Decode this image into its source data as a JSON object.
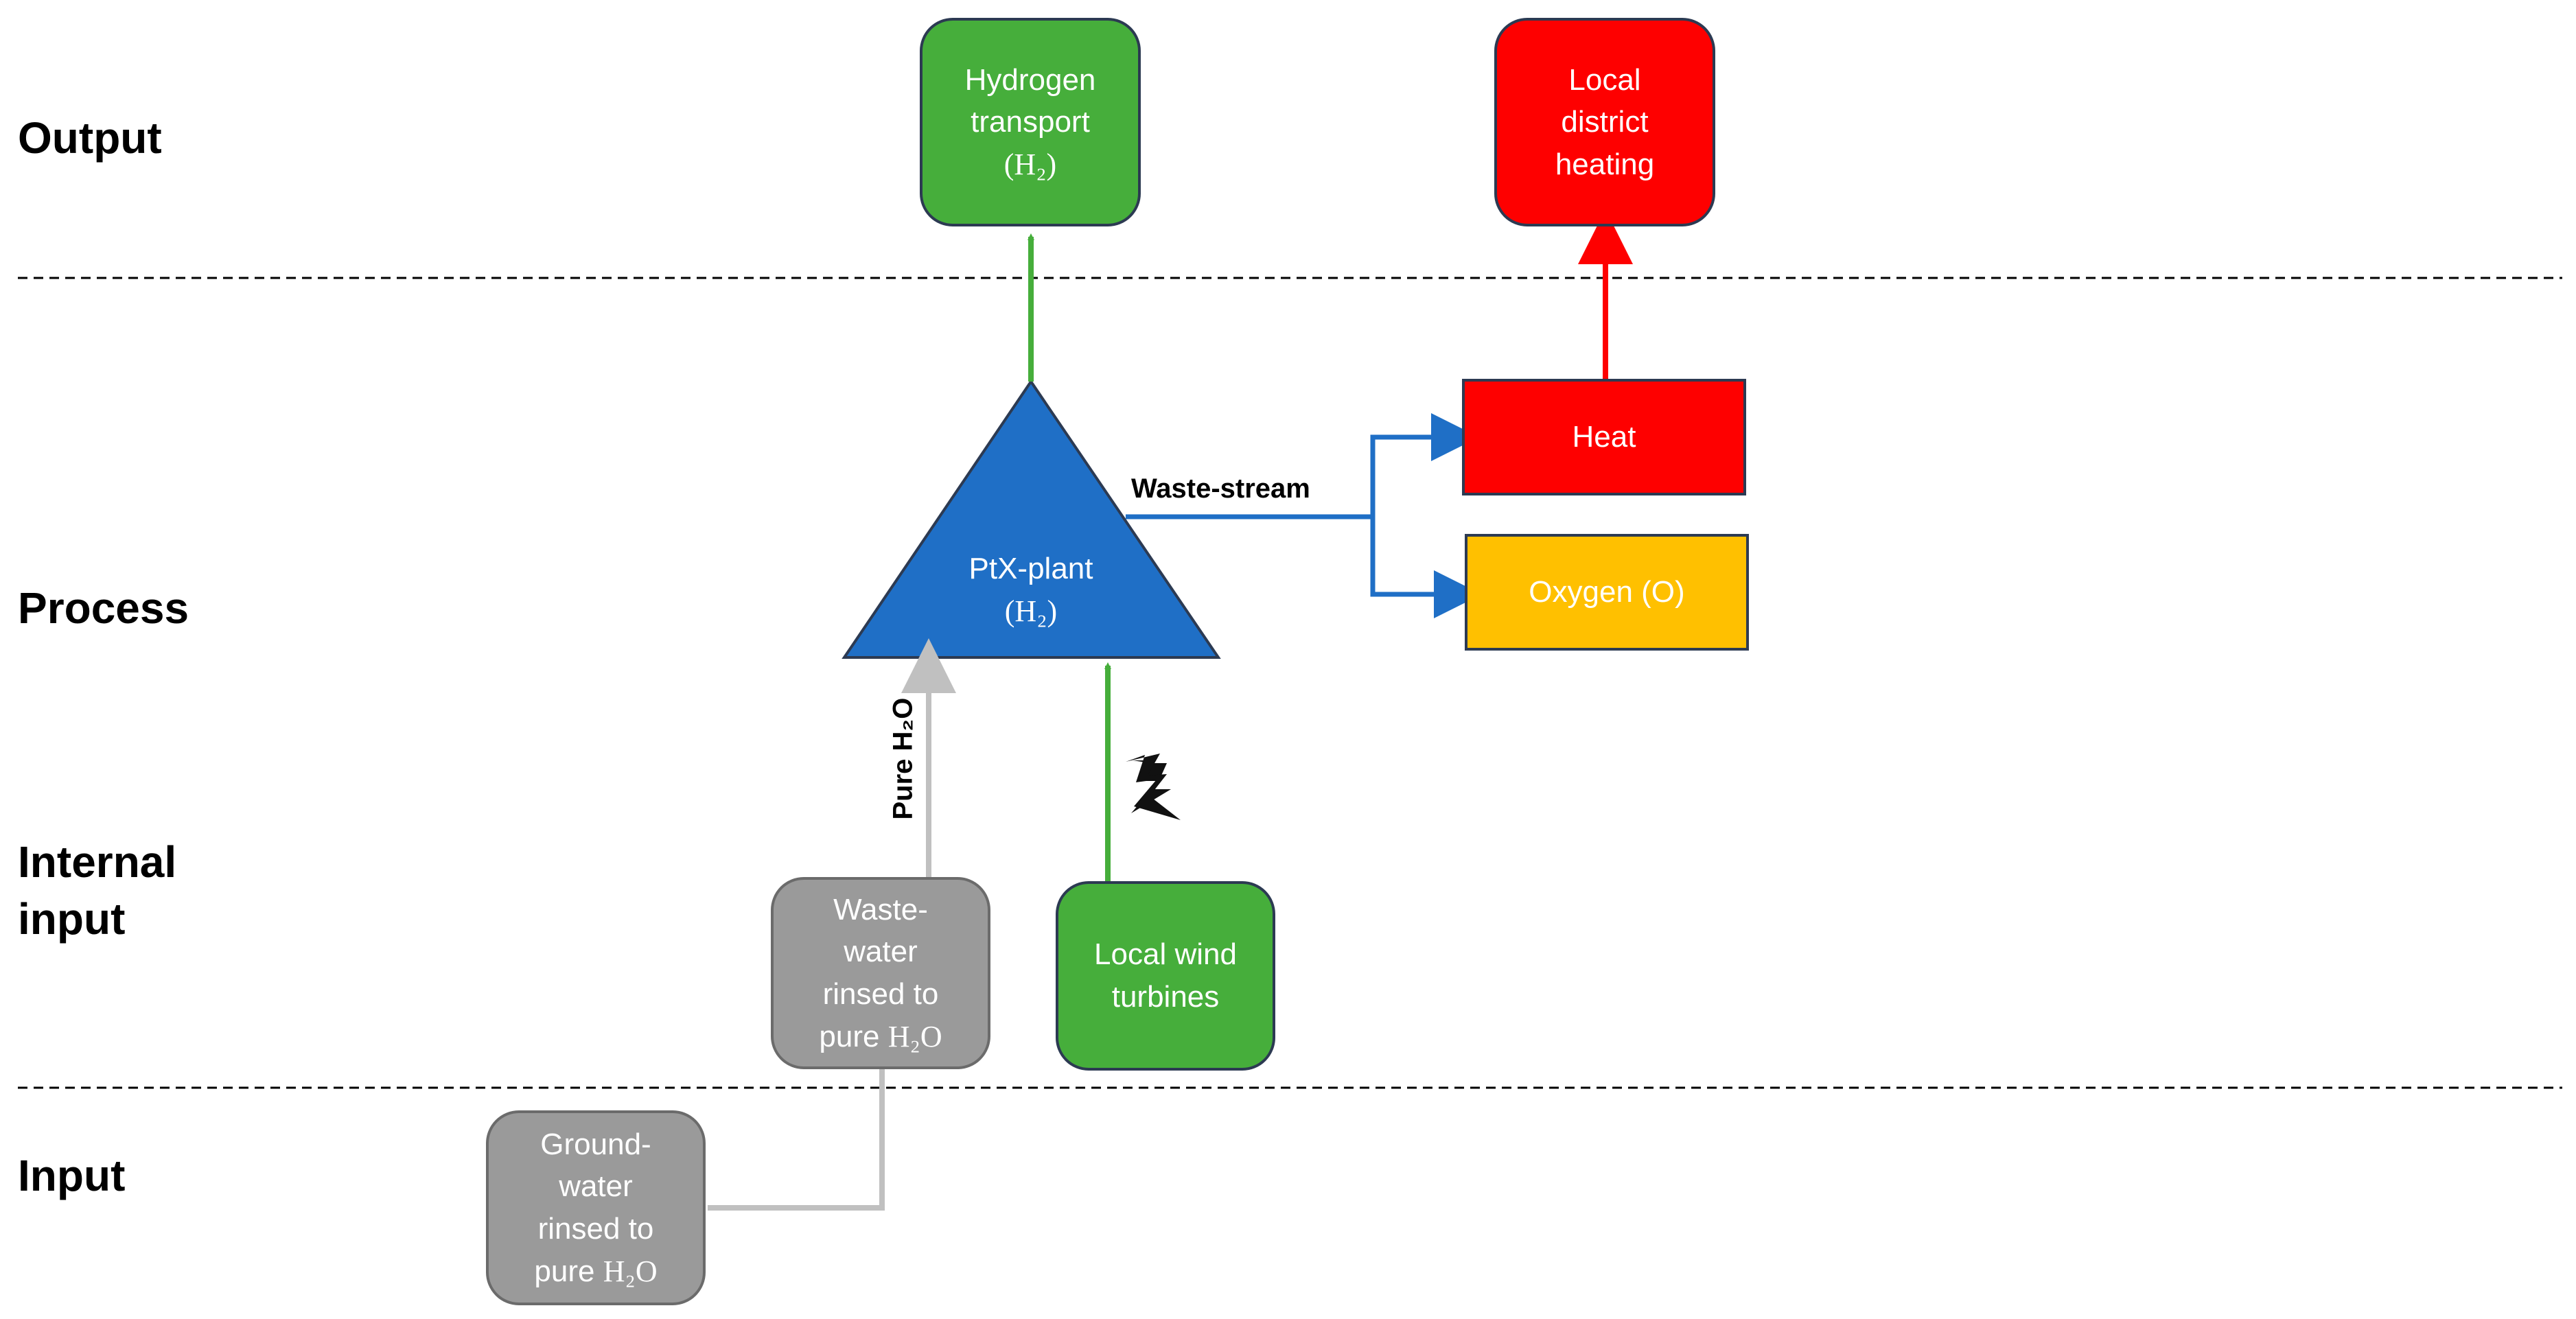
{
  "rows": {
    "output": "Output",
    "process": "Process",
    "internal_input": "Internal\ninput",
    "input": "Input"
  },
  "nodes": {
    "hydrogen_transport": {
      "text": "Hydrogen\ntransport",
      "sub": "(H₂)"
    },
    "district_heating": {
      "text": "Local\ndistrict\nheating"
    },
    "ptx_plant": {
      "text": "PtX-plant",
      "sub": "(H₂)"
    },
    "heat": {
      "text": "Heat"
    },
    "oxygen": {
      "text": "Oxygen (O)"
    },
    "waste_water": {
      "text": "Waste-\nwater\nrinsed to\npure",
      "sub": "H₂O"
    },
    "wind_turbines": {
      "text": "Local wind\nturbines"
    },
    "ground_water": {
      "text": "Ground-\nwater\nrinsed to\npure",
      "sub": "H₂O"
    }
  },
  "flows": {
    "waste_stream": "Waste-stream",
    "pure_water": "Pure H₂O"
  },
  "colors": {
    "green": "#46ae3b",
    "blue": "#1f6fc6",
    "red": "#fe0000",
    "orange": "#ffc000",
    "gray": "#9a9a9a",
    "gray_line": "#c0c0c0"
  },
  "icons": {
    "power": "lightning-bolt-icon"
  }
}
